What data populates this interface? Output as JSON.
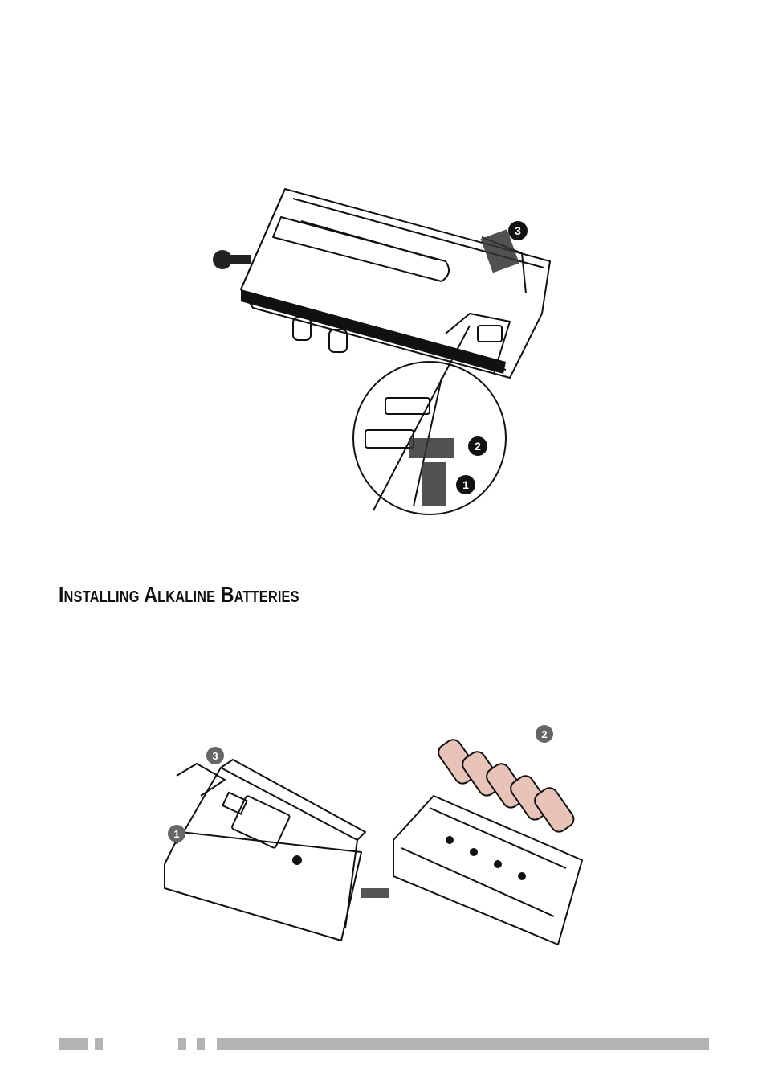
{
  "section": {
    "title": "Installing Alkaline Batteries"
  },
  "figures": {
    "battery_removal": {
      "callouts": [
        "1",
        "2",
        "3"
      ]
    },
    "battery_installation": {
      "callouts": [
        "1",
        "2",
        "3"
      ]
    }
  },
  "colors": {
    "ink": "#111111",
    "battery_fill": "#e8c4b8",
    "footer_bar": "#b3b3b3"
  }
}
